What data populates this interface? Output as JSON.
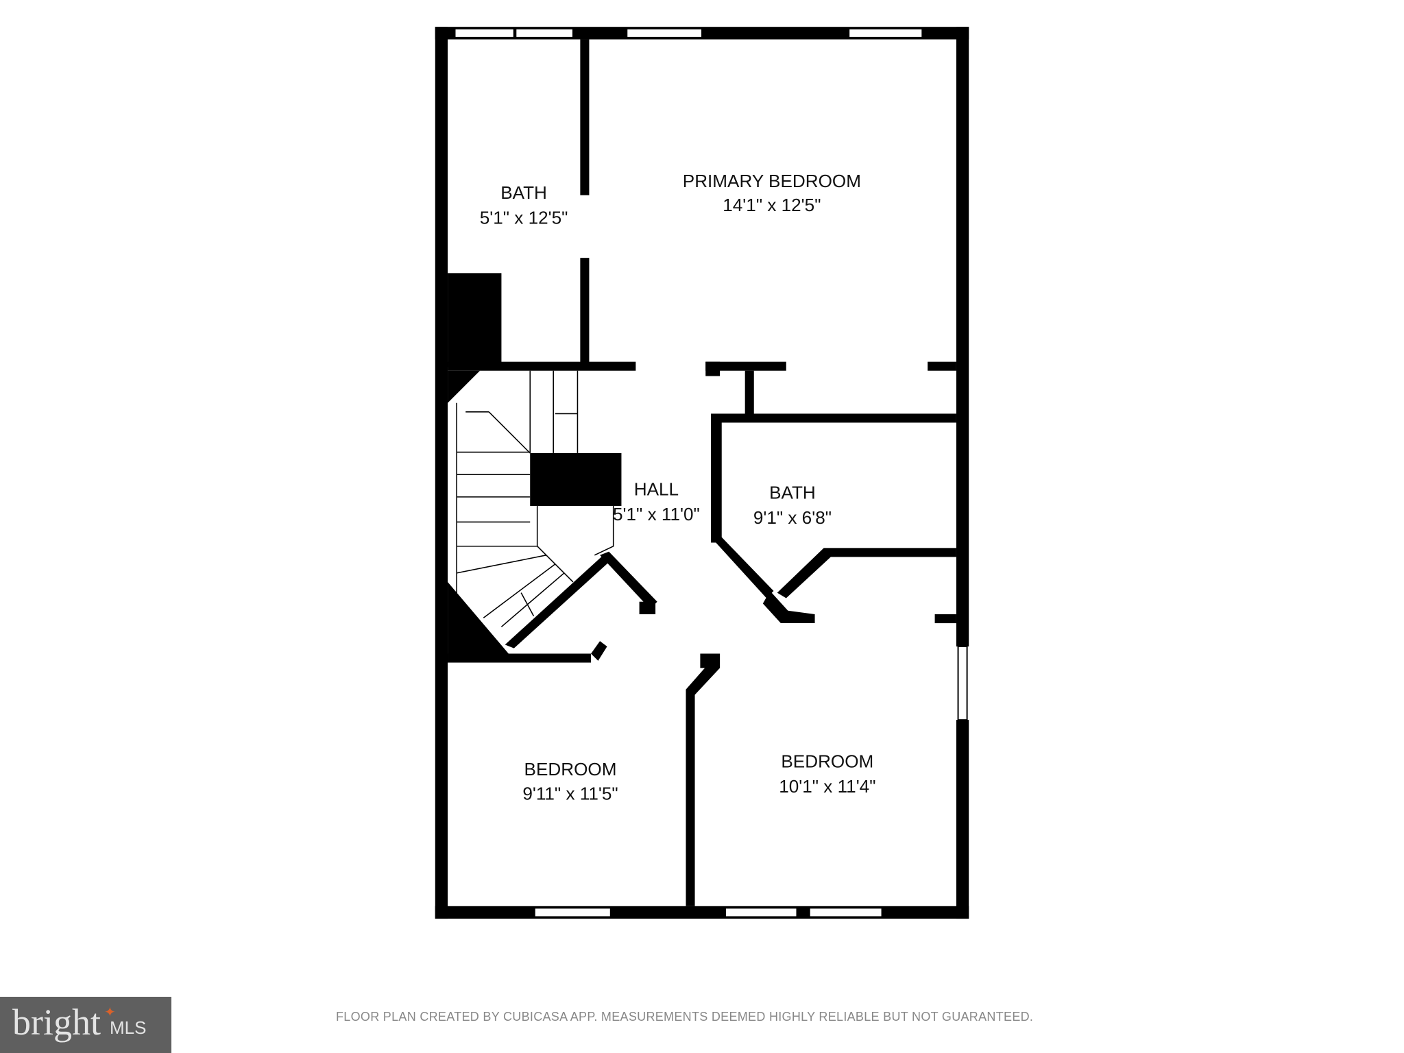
{
  "rooms": [
    {
      "name": "BATH",
      "dims": "5'1\" x 12'5\""
    },
    {
      "name": "PRIMARY BEDROOM",
      "dims": "14'1\" x 12'5\""
    },
    {
      "name": "HALL",
      "dims": "5'1\" x 11'0\""
    },
    {
      "name": "BATH",
      "dims": "9'1\" x 6'8\""
    },
    {
      "name": "BEDROOM",
      "dims": "9'11\" x 11'5\""
    },
    {
      "name": "BEDROOM",
      "dims": "10'1\" x 11'4\""
    }
  ],
  "footer": "FLOOR PLAN CREATED BY CUBICASA APP. MEASUREMENTS DEEMED HIGHLY RELIABLE BUT NOT GUARANTEED.",
  "logo": {
    "text": "bright",
    "suffix": "MLS",
    "accent": "#d9622b"
  },
  "colors": {
    "wall": "#000000",
    "background": "#ffffff",
    "logo_bg": "#5f5f5f"
  }
}
